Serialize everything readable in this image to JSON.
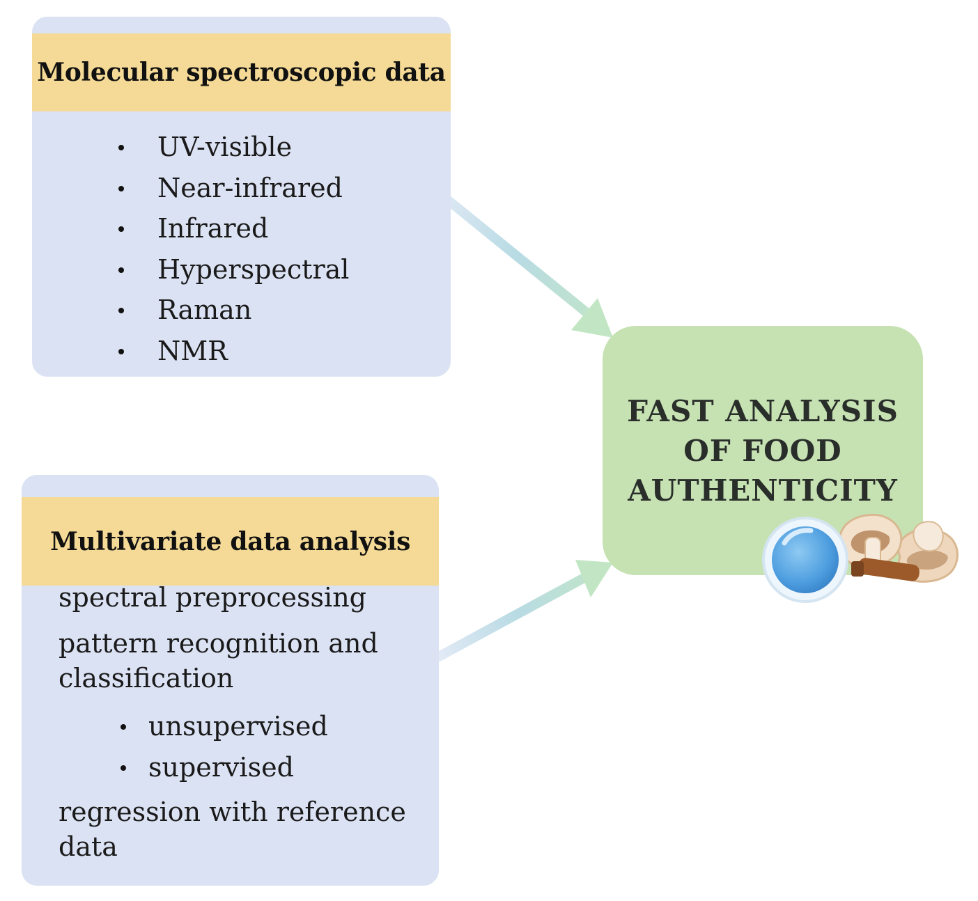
{
  "molecular_panel": {
    "title": "Molecular spectroscopic data",
    "items": [
      "UV-visible",
      "Near-infrared",
      "Infrared",
      "Hyperspectral",
      "Raman",
      "NMR"
    ]
  },
  "multivariate_panel": {
    "title": "Multivariate data analysis",
    "preprocessing": "spectral preprocessing",
    "pattern_line1": "pattern recognition and",
    "pattern_line2": "classification",
    "classification_types": [
      "unsupervised",
      "supervised"
    ],
    "regression_line1": "regression with reference",
    "regression_line2": "data"
  },
  "target": {
    "title_line1": "FAST ANALYSIS",
    "title_line2": "OF FOOD",
    "title_line3": "AUTHENTICITY",
    "illustration_icons": [
      "magnifying-glass-icon",
      "mushroom-icon"
    ]
  },
  "colors": {
    "panel_background": "#dbe2f3",
    "header_background": "#f4da96",
    "target_background": "#c6e2b3",
    "arrow_start": "#dde6f4",
    "arrow_end": "#bfe3c4"
  }
}
